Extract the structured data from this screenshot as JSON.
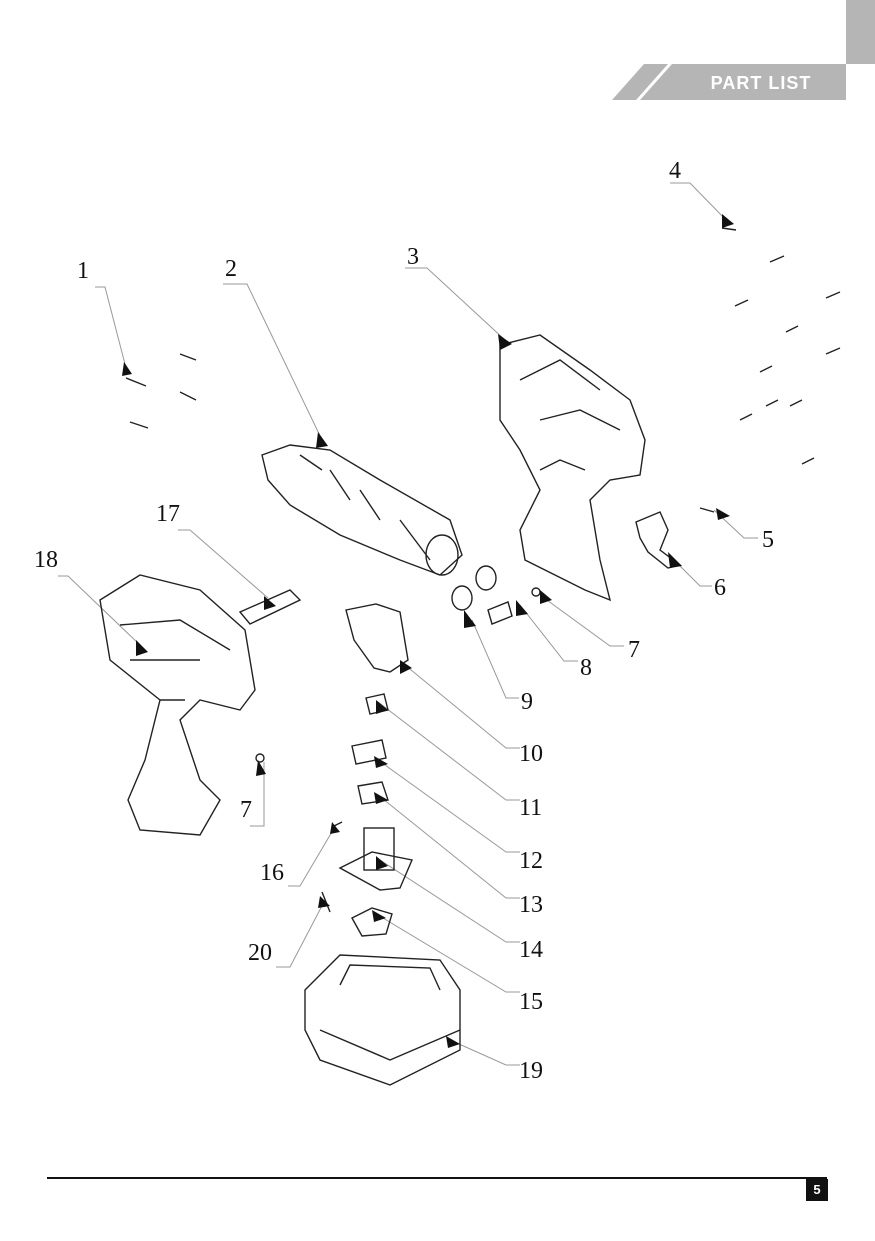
{
  "header": {
    "title": "PART LIST"
  },
  "callouts": [
    "1",
    "2",
    "3",
    "4",
    "5",
    "6",
    "7",
    "8",
    "9",
    "10",
    "11",
    "12",
    "13",
    "14",
    "15",
    "16",
    "17",
    "18",
    "19",
    "20"
  ],
  "second_7": "7",
  "footer": {
    "page_number": "5"
  }
}
